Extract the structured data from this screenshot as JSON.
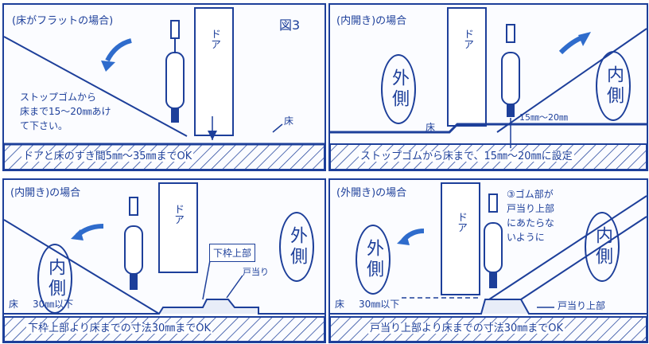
{
  "colors": {
    "ink": "#1d3f9a",
    "arrow": "#2f6ccc",
    "fill": "#fbfcff"
  },
  "p1": {
    "title": "(床がフラットの場合)",
    "fig": "図3",
    "door": "ドア",
    "note1": "ストップゴムから",
    "note2": "床まで15～20㎜あけ",
    "note3": "て下さい。",
    "floor": "床",
    "bottom": "ドアと床のすき間5㎜～35㎜までOK"
  },
  "p2": {
    "title": "(内開き)の場合",
    "door": "ドア",
    "outside": "外側",
    "inside": "内側",
    "dim": "15㎜～20㎜",
    "floor": "床",
    "bottom": "ストップゴムから床まで、15㎜～20㎜に設定"
  },
  "p3": {
    "title": "(内開き)の場合",
    "door": "ドア",
    "inside": "内側",
    "outside": "外側",
    "frame": "下枠上部",
    "stopper": "戸当り",
    "floor": "床",
    "dim": "30㎜以下",
    "bottom": "下枠上部より床までの寸法30㎜までOK"
  },
  "p4": {
    "title": "(外開き)の場合",
    "door": "ドア",
    "outside": "外側",
    "inside": "内側",
    "note1": "③ゴム部が",
    "note2": "戸当り上部",
    "note3": "にあたらな",
    "note4": "いように",
    "floor": "床",
    "dim": "30㎜以下",
    "stopper_top": "戸当り上部",
    "bottom": "戸当り上部より床までの寸法30㎜までOK"
  }
}
